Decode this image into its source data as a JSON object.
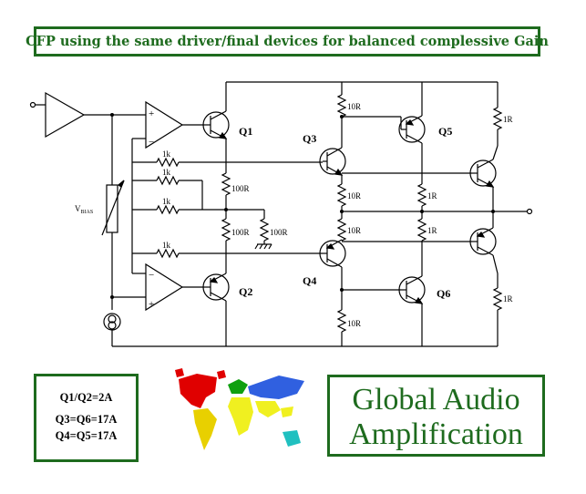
{
  "header": {
    "title": "CFP using the same driver/final devices for balanced complessive Gain"
  },
  "schematic": {
    "transistors": [
      "Q1",
      "Q2",
      "Q3",
      "Q4",
      "Q5",
      "Q6"
    ],
    "resistors": {
      "r_1k": "1k",
      "r_100": "100R",
      "r_10": "10R",
      "r_1": "1R"
    },
    "vbias_label": "V",
    "vbias_sub": "BIAS"
  },
  "specs": {
    "lines": [
      "Q1/Q2=2A",
      "Q3=Q6=17A",
      "Q4=Q5=17A"
    ]
  },
  "brand": {
    "line1": "Global Audio",
    "line2": "Amplification"
  },
  "colors": {
    "accent": "#1e6b1e",
    "wire": "#000000"
  }
}
